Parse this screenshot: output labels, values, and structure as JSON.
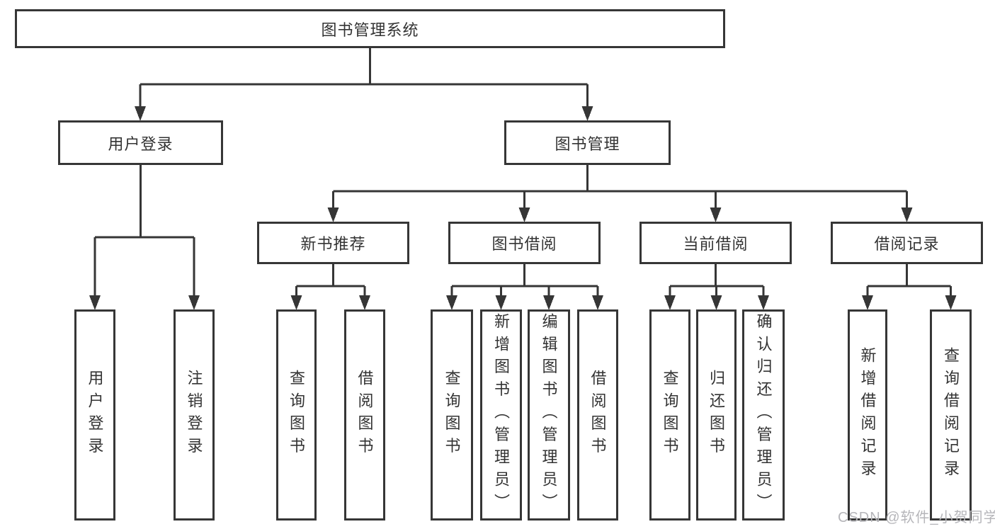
{
  "diagram": {
    "root": {
      "label": "图书管理系统"
    },
    "user_login": {
      "label": "用户登录",
      "children": [
        "用户登录",
        "注销登录"
      ]
    },
    "book_mgmt": {
      "label": "图书管理"
    },
    "new_books": {
      "label": "新书推荐",
      "children": [
        "查询图书",
        "借阅图书"
      ]
    },
    "book_borrow": {
      "label": "图书借阅",
      "children": [
        "查询图书",
        "新增图书（管理员）",
        "编辑图书（管理员）",
        "借阅图书"
      ]
    },
    "current_borrow": {
      "label": "当前借阅",
      "children": [
        "查询图书",
        "归还图书",
        "确认归还（管理员）"
      ]
    },
    "borrow_records": {
      "label": "借阅记录",
      "children": [
        "新增借阅记录",
        "查询借阅记录"
      ]
    }
  },
  "watermark": {
    "text": "CSDN @软件_小贺同学"
  },
  "colors": {
    "line": "#363636",
    "text": "#333333",
    "watermark": "#b6b6ba",
    "background": "#ffffff"
  }
}
